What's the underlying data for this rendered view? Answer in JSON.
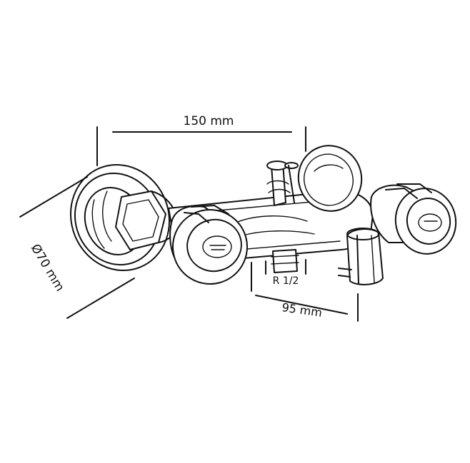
{
  "diagram": {
    "dimensions": {
      "width_label": "150 mm",
      "diameter_label": "Ø70 mm",
      "depth_label": "95 mm",
      "thread_label": "R 1/2"
    },
    "colors": {
      "line": "#111111",
      "background": "#ffffff"
    }
  }
}
